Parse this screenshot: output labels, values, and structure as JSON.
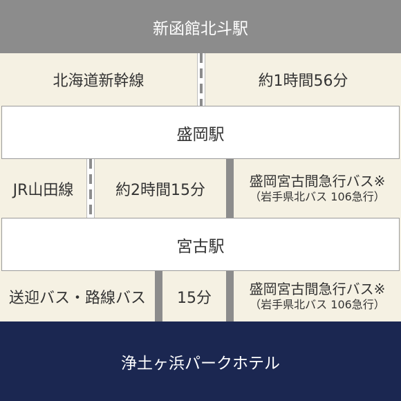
{
  "stations": {
    "start": "新函館北斗駅",
    "morioka": "盛岡駅",
    "miyako": "宮古駅",
    "hotel": "浄土ヶ浜パークホテル"
  },
  "leg1": {
    "line": "北海道新幹線",
    "time": "約1時間56分"
  },
  "leg2": {
    "line": "JR山田線",
    "time": "約2時間15分",
    "bus": "盛岡宮古間急行バス※",
    "bus_note": "（岩手県北バス 106急行）"
  },
  "leg3": {
    "line": "送迎バス・路線バス",
    "time": "15分",
    "bus": "盛岡宮古間急行バス※",
    "bus_note": "（岩手県北バス 106急行）"
  }
}
